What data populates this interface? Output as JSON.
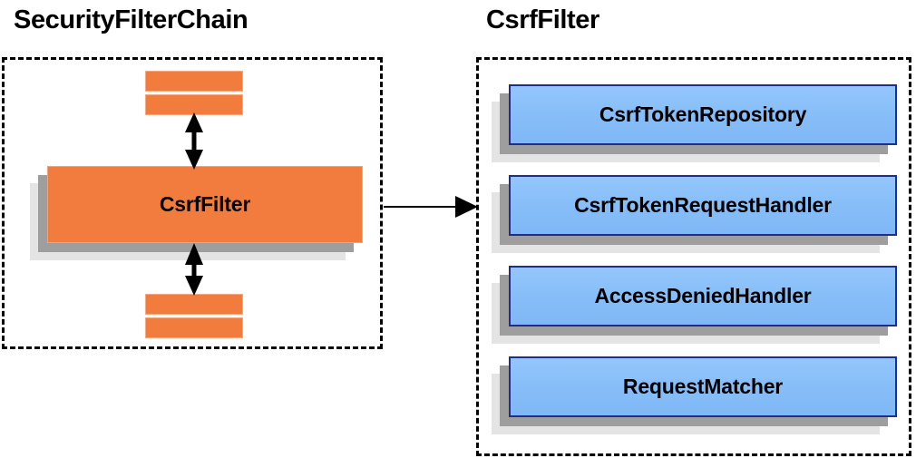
{
  "diagram": {
    "title_left": "SecurityFilterChain",
    "title_right": "CsrfFilter",
    "colors": {
      "orange": "#F27C3E",
      "orange_border": "#F7A87F",
      "blue": "#86BDF8",
      "blue_border": "#1B2F93",
      "shadow_mid": "#9E9E9E",
      "shadow_back": "#E4E4E4",
      "outline": "#000000"
    }
  },
  "left_panel": {
    "title": "SecurityFilterChain",
    "filters_above": [
      {
        "label": "",
        "name": "filter-bar-top-1"
      },
      {
        "label": "",
        "name": "filter-bar-top-2"
      }
    ],
    "highlight_box": {
      "label": "CsrfFilter"
    },
    "filters_below": [
      {
        "label": "",
        "name": "filter-bar-bottom-1"
      },
      {
        "label": "",
        "name": "filter-bar-bottom-2"
      }
    ],
    "connectors": [
      {
        "name": "arrow-up-down-top",
        "type": "double-headed-vertical"
      },
      {
        "name": "arrow-up-down-bottom",
        "type": "double-headed-vertical"
      }
    ]
  },
  "right_panel": {
    "title": "CsrfFilter",
    "components": [
      {
        "label": "CsrfTokenRepository"
      },
      {
        "label": "CsrfTokenRequestHandler"
      },
      {
        "label": "AccessDeniedHandler"
      },
      {
        "label": "RequestMatcher"
      }
    ]
  },
  "link": {
    "name": "arrow-left-to-right",
    "type": "single-headed-horizontal"
  }
}
